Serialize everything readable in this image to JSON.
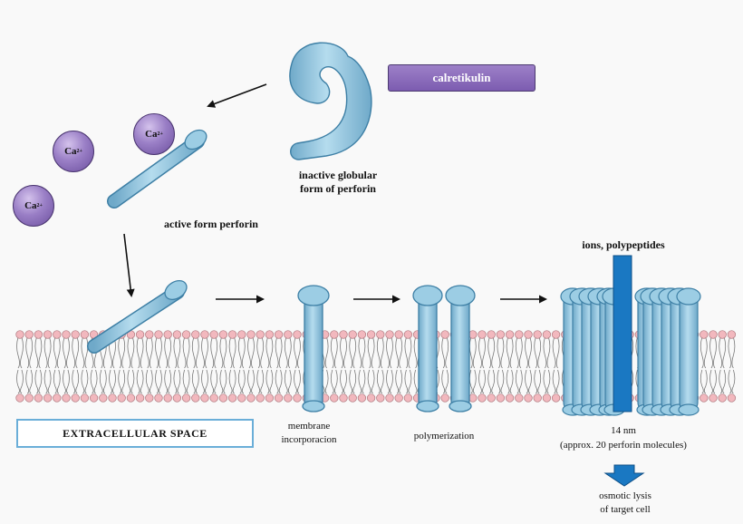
{
  "labels": {
    "calretikulin": "calretikulin",
    "inactive": [
      "inactive globular",
      "form of perforin"
    ],
    "active": "active form perforin",
    "ions": "ions, polypeptides",
    "extracellular": "EXTRACELLULAR SPACE",
    "membrane_incorp": [
      "membrane",
      "incorporacion"
    ],
    "polymerization": "polymerization",
    "pore_size": "14 nm",
    "pore_note": "(approx. 20 perforin molecules)",
    "lysis": [
      "osmotic lysis",
      "of target cell"
    ]
  },
  "ions": [
    {
      "symbol": "Ca",
      "charge": "2+"
    },
    {
      "symbol": "Ca",
      "charge": "2+"
    },
    {
      "symbol": "Ca",
      "charge": "2+"
    }
  ],
  "colors": {
    "protein": "#8fc3dd",
    "protein_edge": "#3d7fa5",
    "lipid_head": "#f2b8be",
    "channel": "#1a78c2",
    "calcium": "#9a7fc6",
    "calretikulin": "#8a6cbf",
    "box_border": "#6aaed8"
  }
}
